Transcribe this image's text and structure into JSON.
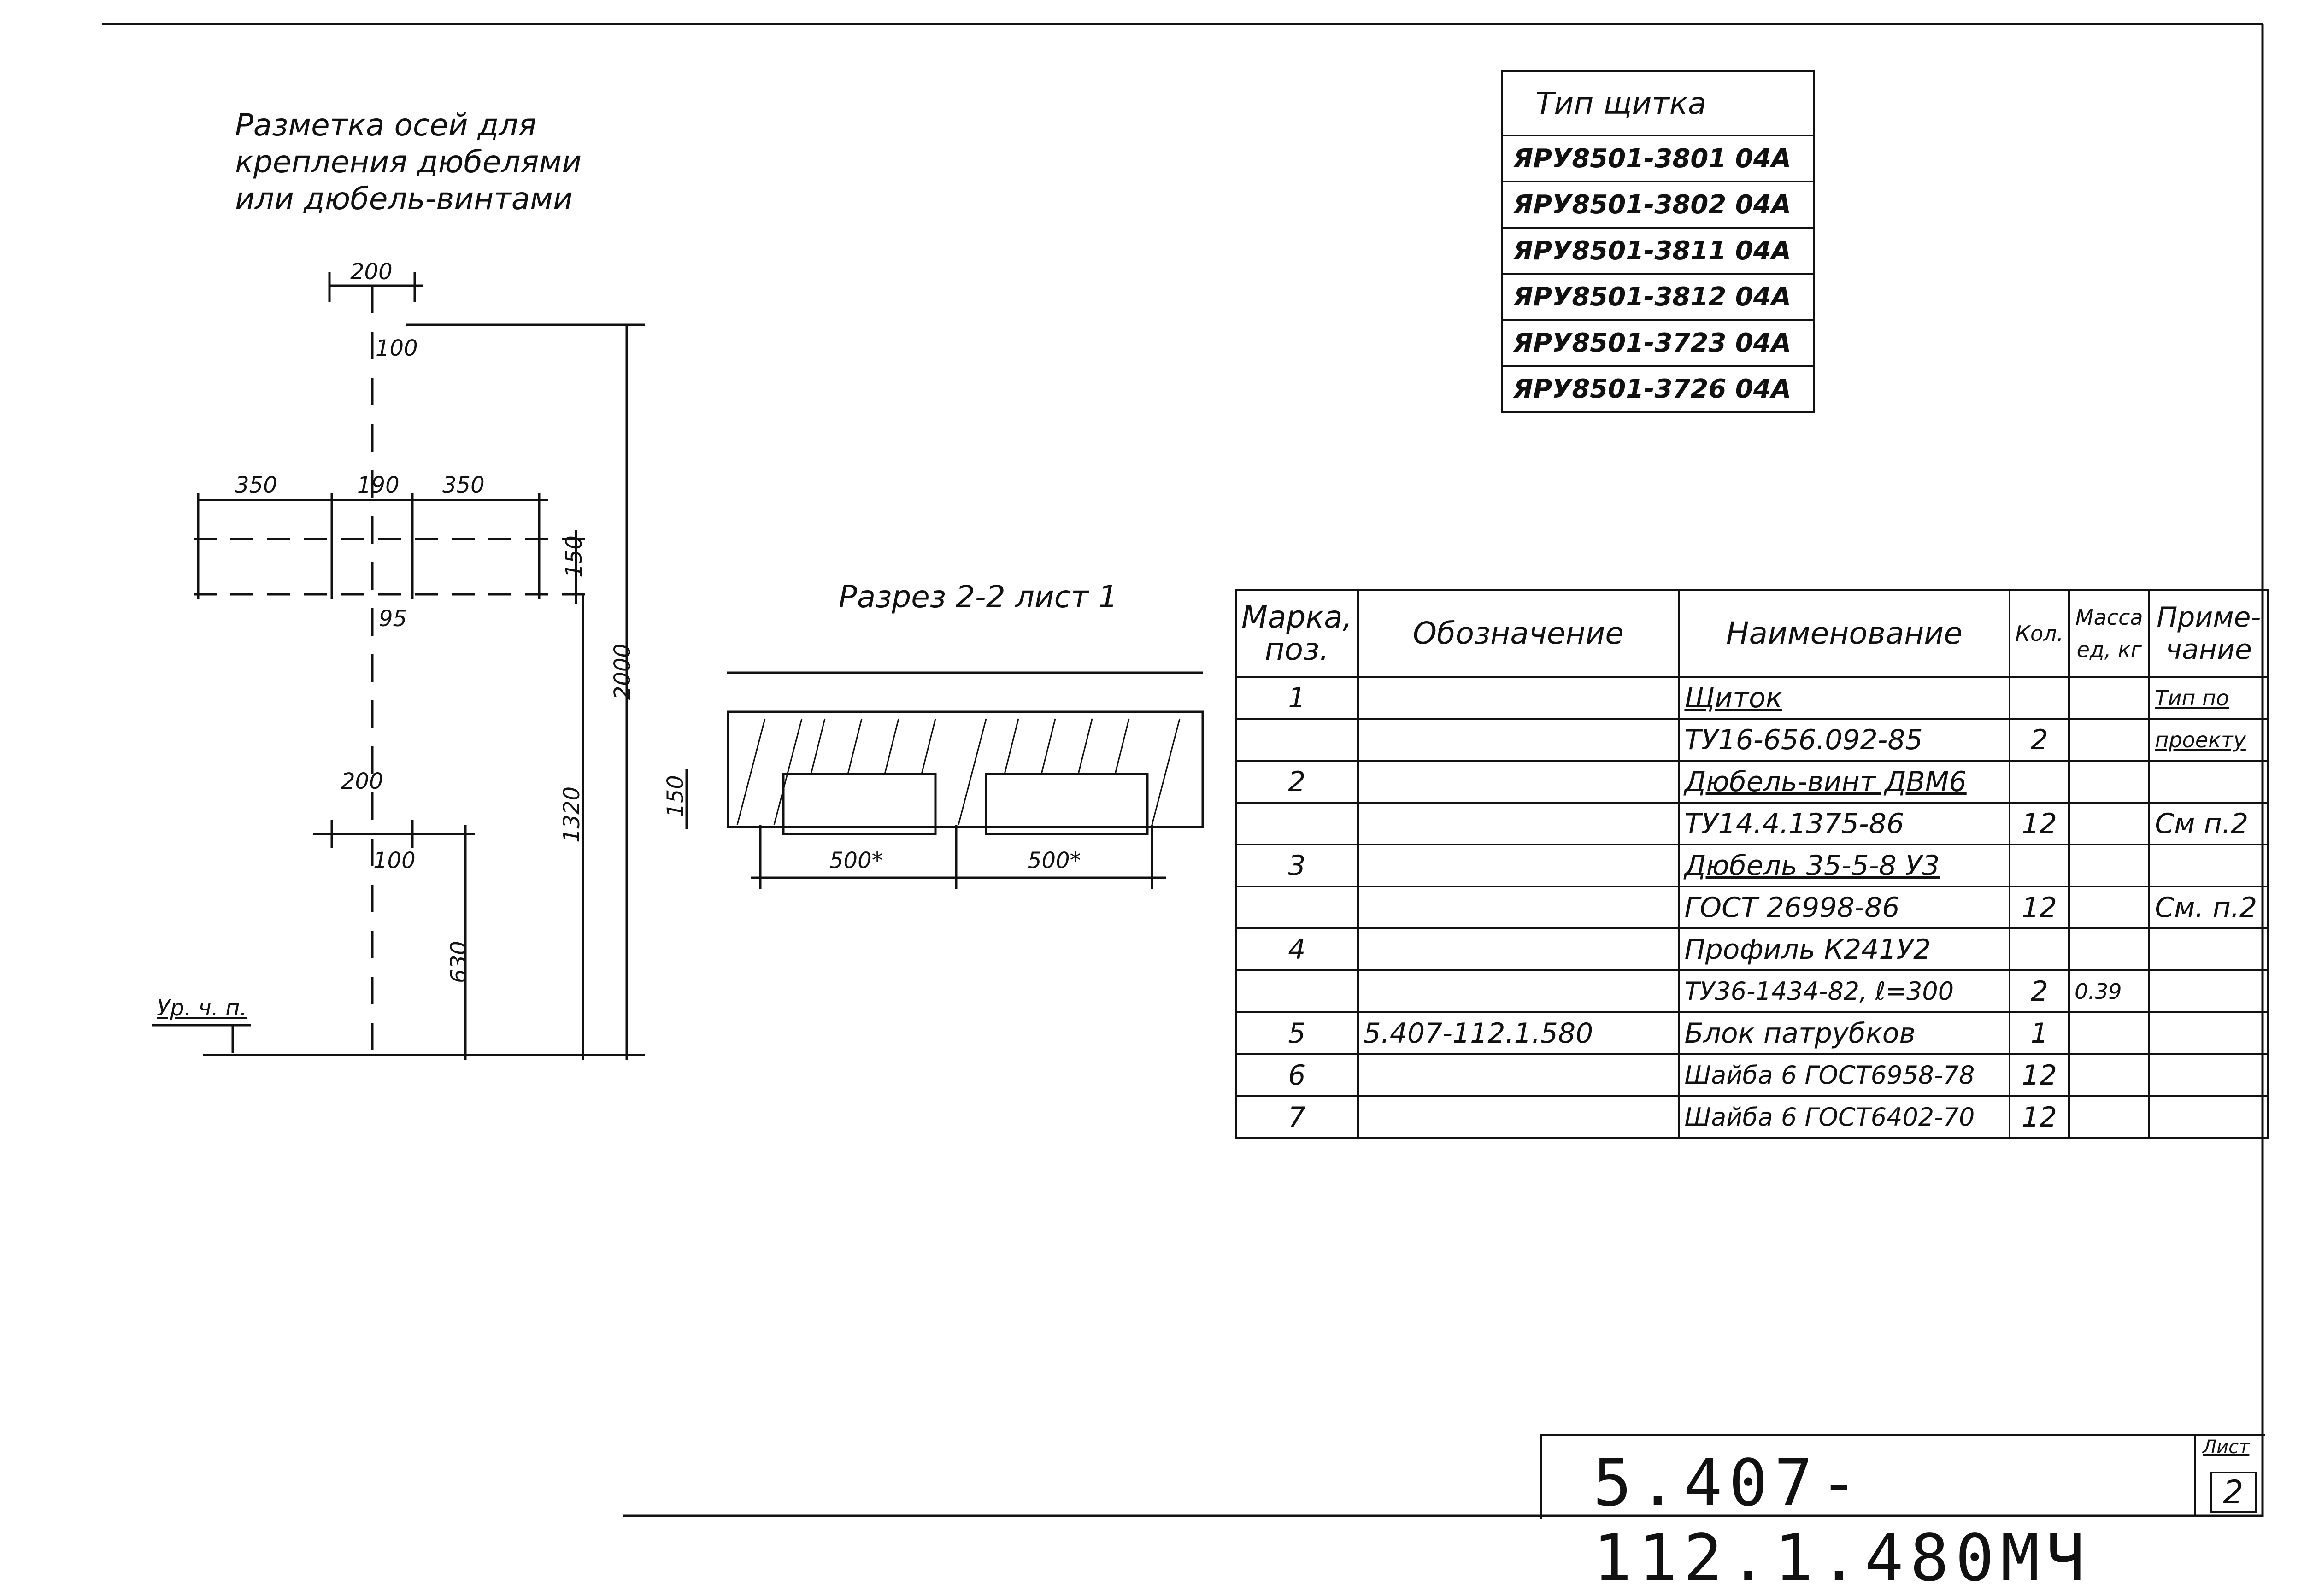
{
  "left_note": [
    "Разметка осей для",
    "крепления дюбелями",
    "или дюбель-винтами"
  ],
  "section_title": "Разрез 2-2 лист 1",
  "level_label": "Ур. ч. п.",
  "dims": {
    "top_200": "200",
    "top_100": "100",
    "row_350_left": "350",
    "row_190": "190",
    "row_350_right": "350",
    "d_150": "150",
    "d_95": "95",
    "mid_200": "200",
    "mid_100": "100",
    "d_630": "630",
    "d_1320": "1320",
    "d_2000": "2000",
    "sec_150": "150",
    "sec_500a": "500*",
    "sec_500b": "500*"
  },
  "type_table": {
    "header": "Тип щитка",
    "rows": [
      "ЯРУ8501-3801 04А",
      "ЯРУ8501-3802 04А",
      "ЯРУ8501-3811 04А",
      "ЯРУ8501-3812 04А",
      "ЯРУ8501-3723 04А",
      "ЯРУ8501-3726 04А"
    ]
  },
  "spec_table": {
    "headers": [
      "Марка, поз.",
      "Обозначение",
      "Наименование",
      "Кол.",
      "Масса ед, кг",
      "Приме- чание"
    ],
    "rows": [
      [
        "1",
        "",
        "Щиток",
        "",
        "",
        "Тип по"
      ],
      [
        "",
        "",
        "ТУ16-656.092-85",
        "2",
        "",
        "проекту"
      ],
      [
        "2",
        "",
        "Дюбель-винт ДВМ6",
        "",
        "",
        ""
      ],
      [
        "",
        "",
        "ТУ14.4.1375-86",
        "12",
        "",
        "См п.2"
      ],
      [
        "3",
        "",
        "Дюбель 35-5-8 У3",
        "",
        "",
        ""
      ],
      [
        "",
        "",
        "ГОСТ 26998-86",
        "12",
        "",
        "См. п.2"
      ],
      [
        "4",
        "",
        "Профиль К241У2",
        "",
        "",
        ""
      ],
      [
        "",
        "",
        "ТУ36-1434-82, ℓ=300",
        "2",
        "0.39",
        ""
      ],
      [
        "5",
        "5.407-112.1.580",
        "Блок патрубков",
        "1",
        "",
        ""
      ],
      [
        "6",
        "",
        "Шайба 6 ГОСТ6958-78",
        "12",
        "",
        ""
      ],
      [
        "7",
        "",
        "Шайба 6 ГОСТ6402-70",
        "12",
        "",
        ""
      ]
    ]
  },
  "title_block": {
    "doc_code": "5.407- 112.1.480МЧ",
    "sheet_label": "Лист",
    "sheet_number": "2"
  }
}
